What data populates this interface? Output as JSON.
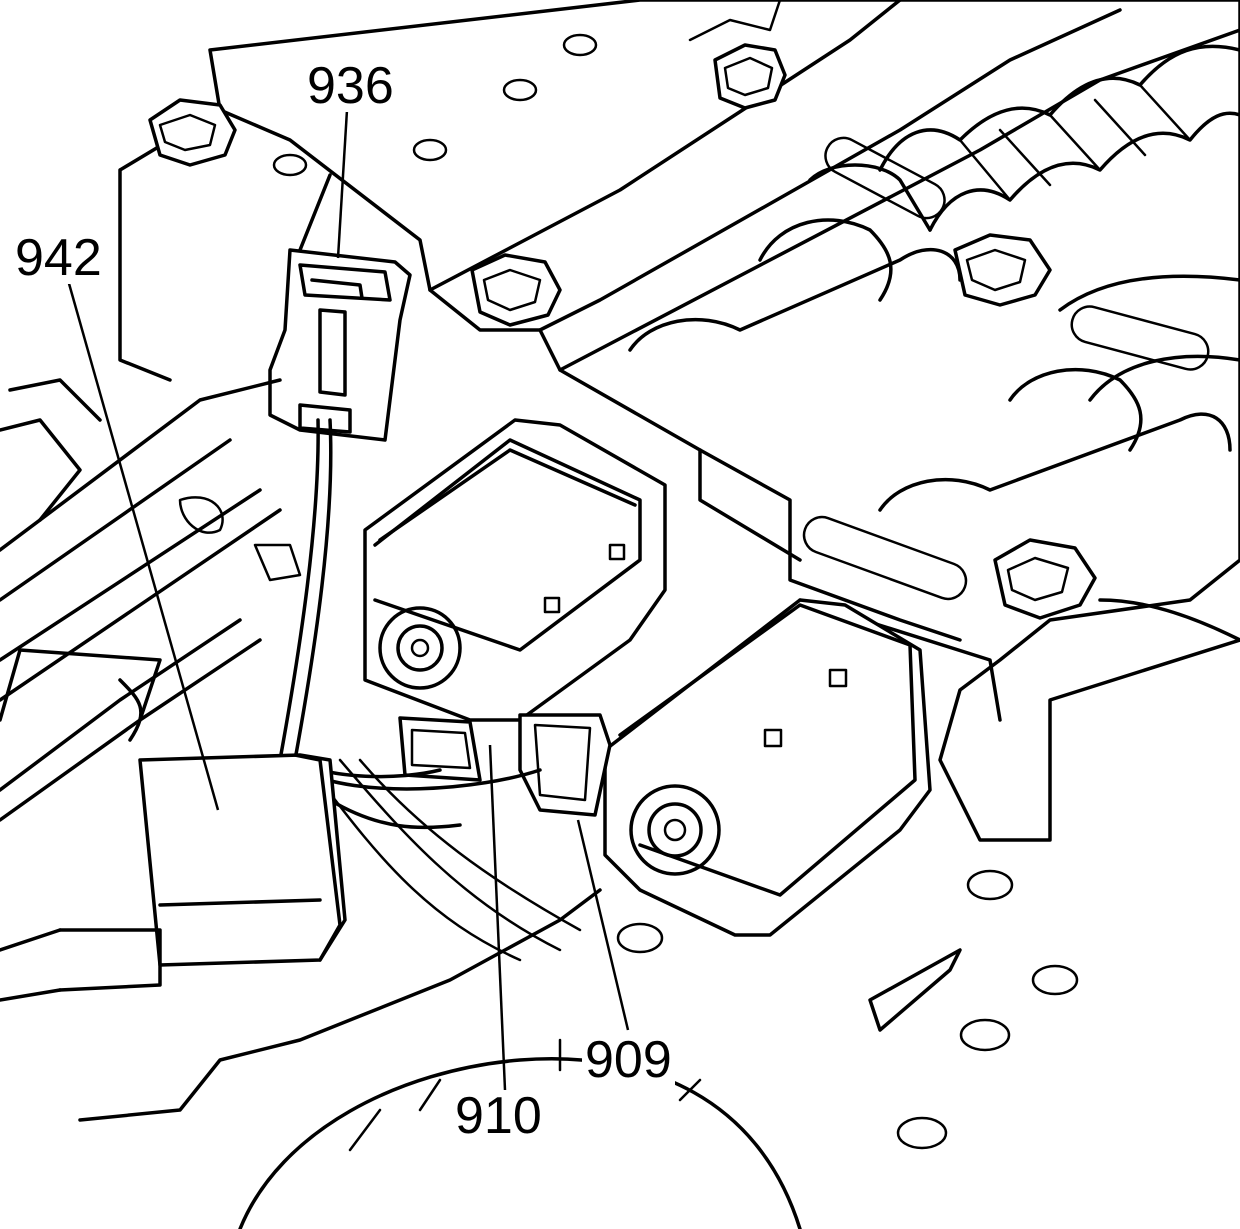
{
  "callouts": {
    "c936": "936",
    "c942": "942",
    "c909": "909",
    "c910": "910"
  },
  "colors": {
    "ink": "#000000",
    "paper": "#ffffff"
  }
}
